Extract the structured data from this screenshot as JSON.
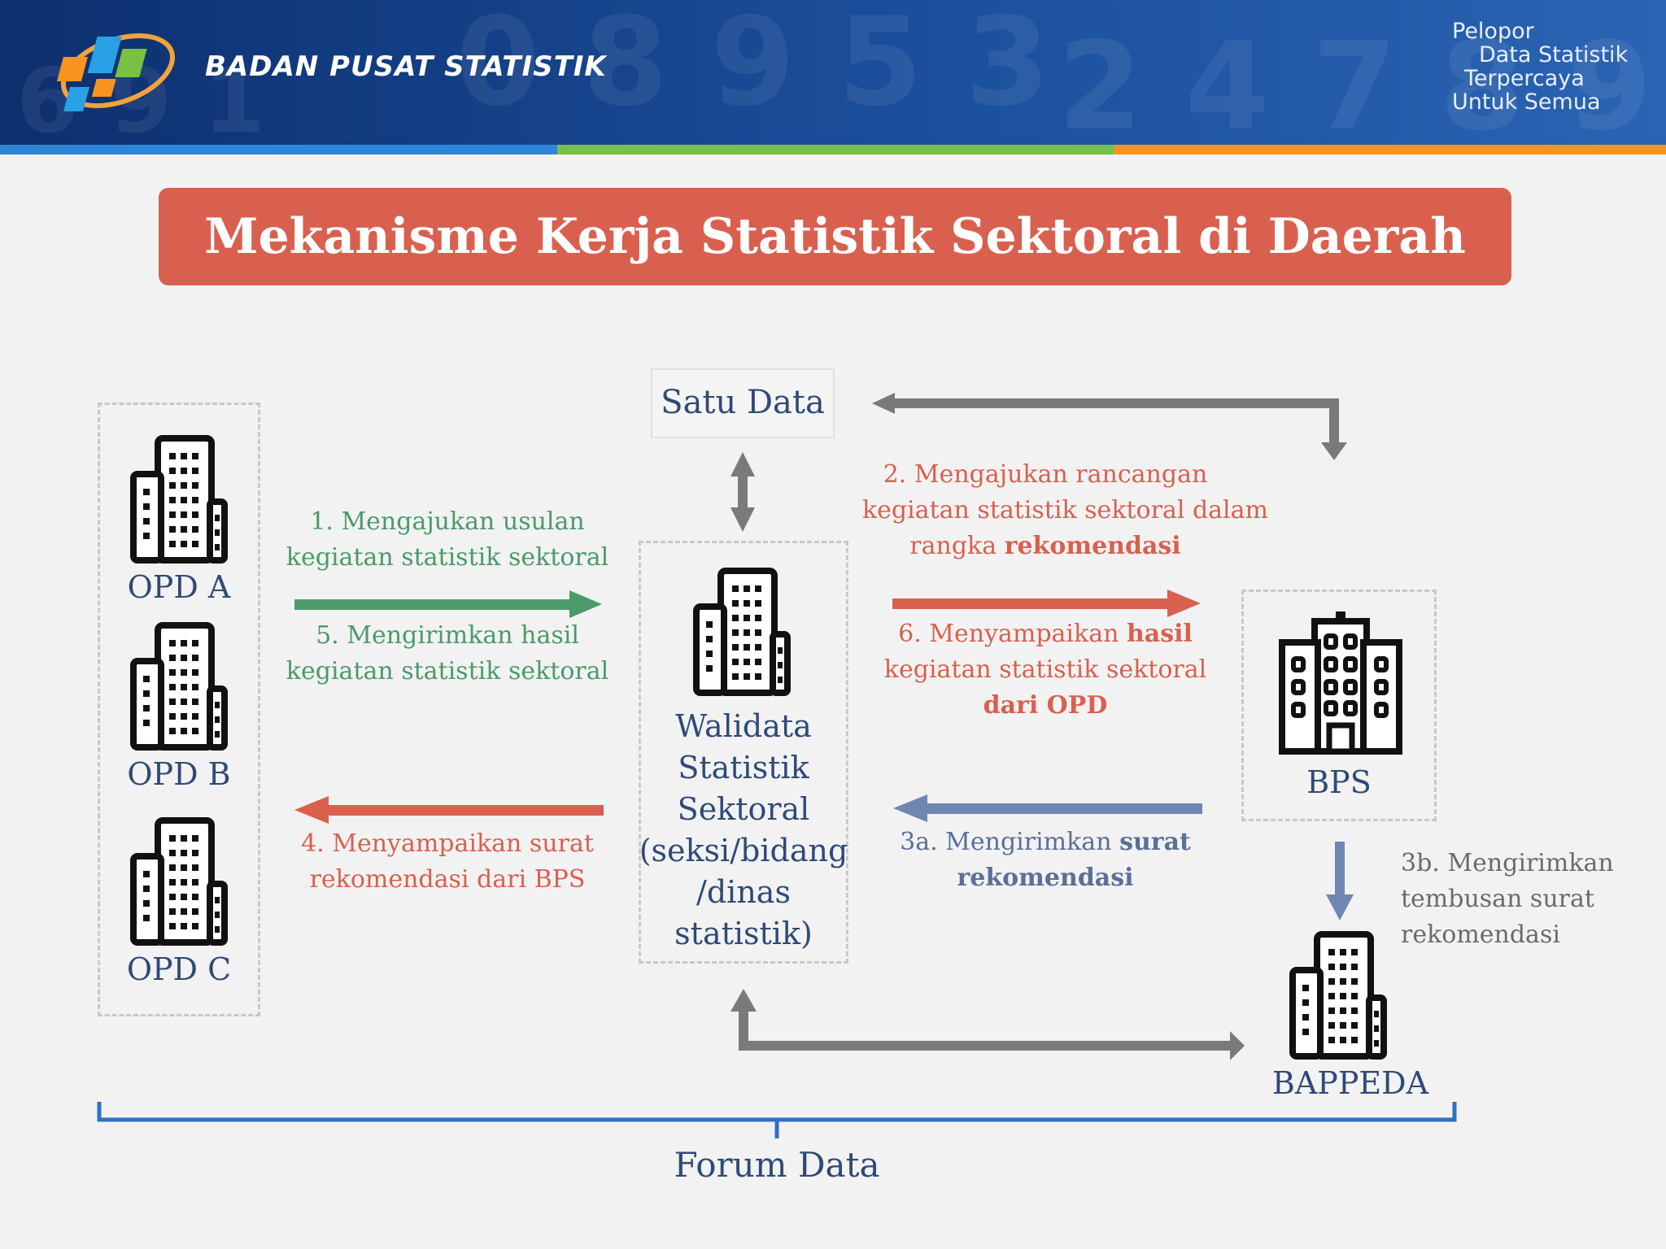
{
  "header": {
    "org_name": "BADAN PUSAT STATISTIK",
    "tagline": [
      "Pelopor",
      "Data Statistik",
      "Terpercaya",
      "Untuk Semua"
    ]
  },
  "title": "Mekanisme Kerja Statistik Sektoral di Daerah",
  "nodes": {
    "opd_a": "OPD A",
    "opd_b": "OPD B",
    "opd_c": "OPD C",
    "satu_data": "Satu Data",
    "walidata": [
      "Walidata",
      "Statistik",
      "Sektoral",
      "(seksi/bidang",
      "/dinas",
      "statistik)"
    ],
    "bps": "BPS",
    "bappeda": "BAPPEDA",
    "forum_data": "Forum Data"
  },
  "steps": {
    "s1": [
      "1. Mengajukan usulan",
      "kegiatan statistik sektoral"
    ],
    "s5": [
      "5. Mengirimkan hasil",
      "kegiatan statistik sektoral"
    ],
    "s4": [
      "4. Menyampaikan surat",
      "rekomendasi dari BPS"
    ],
    "s2_line1": "2. Mengajukan rancangan",
    "s2_line2": "kegiatan statistik sektoral dalam",
    "s2_line3_a": "rangka ",
    "s2_line3_b": "rekomendasi",
    "s6_line1_a": "6. Menyampaikan ",
    "s6_line1_b": "hasil",
    "s6_line2": "kegiatan statistik sektoral",
    "s6_line3": "dari OPD",
    "s3a_line1_a": "3a. Mengirimkan ",
    "s3a_line1_b": "surat",
    "s3a_line2": "rekomendasi",
    "s3b": [
      "3b. Mengirimkan",
      "tembusan surat",
      "rekomendasi"
    ]
  },
  "colors": {
    "banner": "#d9604f",
    "green_arrow": "#4a9a6a",
    "red_arrow": "#d9604f",
    "blue_arrow": "#6f86b3",
    "gray_arrow": "#7a7a7a",
    "bracket": "#2f6fc4"
  }
}
